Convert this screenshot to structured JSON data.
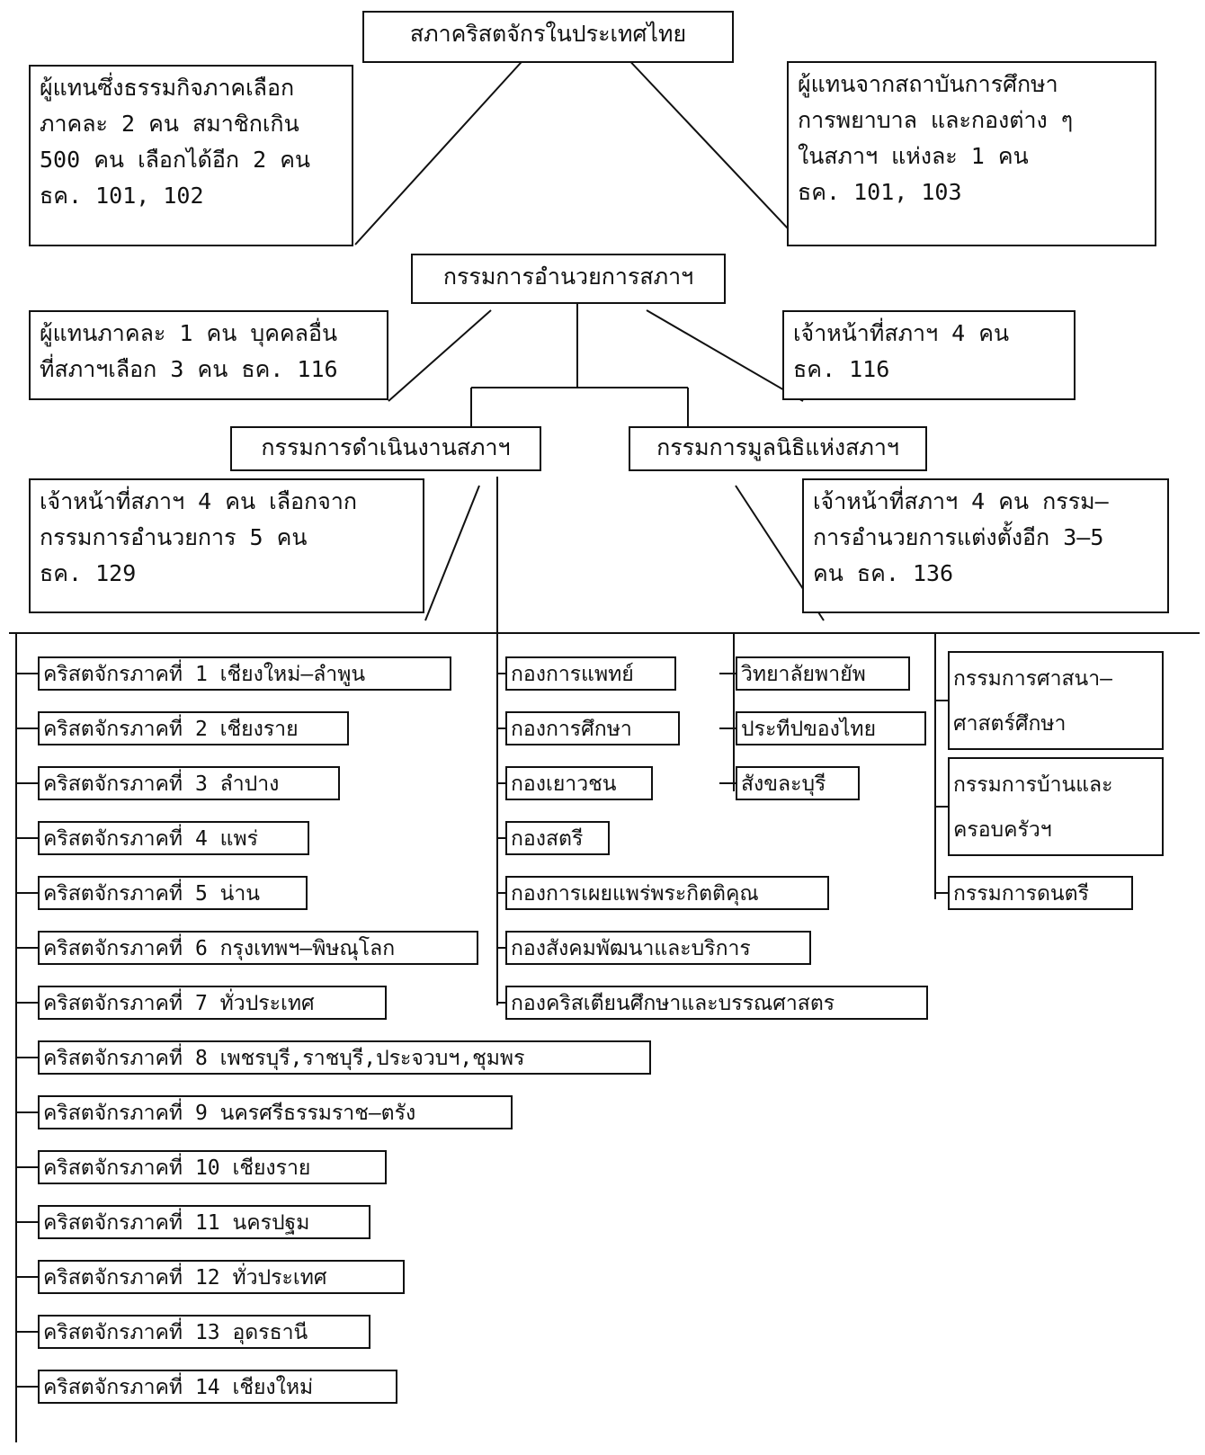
{
  "council": {
    "title": "สภาคริสตจักรในประเทศไทย",
    "left_note": [
      "ผู้แทนซึ่งธรรมกิจภาคเลือก",
      "ภาคละ 2 คน สมาชิกเกิน",
      "500 คน เลือกได้อีก 2 คน",
      "ธค. 101, 102"
    ],
    "right_note": [
      "ผู้แทนจากสถาบันการศึกษา",
      "การพยาบาล และกองต่าง ๆ",
      "ในสภาฯ แห่งละ 1 คน",
      "ธค. 101, 103"
    ]
  },
  "executive": {
    "title": "กรรมการอำนวยการสภาฯ",
    "left_note": [
      "ผู้แทนภาคละ 1 คน บุคคลอื่น",
      "ที่สภาฯเลือก 3 คน ธค. 116"
    ],
    "right_note": [
      "เจ้าหน้าที่สภาฯ 4 คน",
      "ธค. 116"
    ]
  },
  "operations": {
    "title": "กรรมการดำเนินงานสภาฯ",
    "note": [
      "เจ้าหน้าที่สภาฯ 4 คน เลือกจาก",
      "กรรมการอำนวยการ 5 คน",
      "ธค. 129"
    ]
  },
  "foundation": {
    "title": "กรรมการมูลนิธิแห่งสภาฯ",
    "note": [
      "เจ้าหน้าที่สภาฯ 4 คน กรรม–",
      "การอำนวยการแต่งตั้งอีก 3–5",
      "คน ธค. 136"
    ]
  },
  "districts": [
    "คริสตจักรภาคที่ 1 เชียงใหม่–ลำพูน",
    "คริสตจักรภาคที่ 2 เชียงราย",
    "คริสตจักรภาคที่ 3 ลำปาง",
    "คริสตจักรภาคที่ 4 แพร่",
    "คริสตจักรภาคที่ 5 น่าน",
    "คริสตจักรภาคที่ 6 กรุงเทพฯ–พิษณุโลก",
    "คริสตจักรภาคที่ 7 ทั่วประเทศ",
    "คริสตจักรภาคที่ 8 เพชรบุรี,ราชบุรี,ประจวบฯ,ชุมพร",
    "คริสตจักรภาคที่ 9 นครศรีธรรมราช–ตรัง",
    "คริสตจักรภาคที่ 10 เชียงราย",
    "คริสตจักรภาคที่ 11 นครปฐม",
    "คริสตจักรภาคที่ 12 ทั่วประเทศ",
    "คริสตจักรภาคที่ 13 อุดรธานี",
    "คริสตจักรภาคที่ 14 เชียงใหม่"
  ],
  "departments": [
    "กองการแพทย์",
    "กองการศึกษา",
    "กองเยาวชน",
    "กองสตรี",
    "กองการเผยแพร่พระกิตติคุณ",
    "กองสังคมพัฒนาและบริการ",
    "กองคริสเตียนศึกษาและบรรณศาสตร"
  ],
  "institutions": [
    "วิทยาลัยพายัพ",
    "ประทีปของไทย",
    "สังขละบุรี"
  ],
  "committees": [
    [
      "กรรมการศาสนา–",
      "ศาสตร์ศึกษา"
    ],
    [
      "กรรมการบ้านและ",
      "ครอบครัวฯ"
    ],
    [
      "กรรมการดนตรี"
    ]
  ]
}
